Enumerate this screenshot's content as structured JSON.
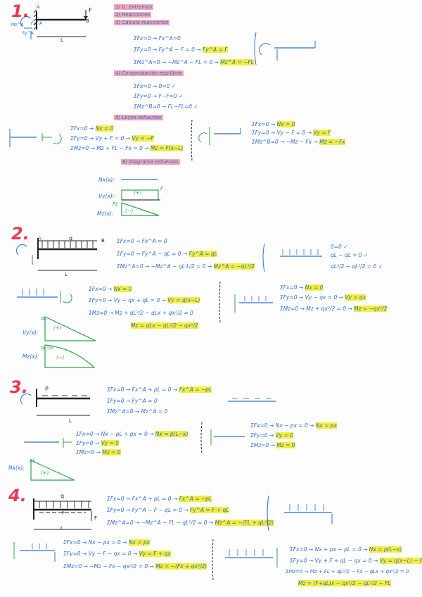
{
  "problems": [
    {
      "number": "1.",
      "label_A": "A",
      "label_B": "B",
      "force_label": "F",
      "length_label": "L",
      "reaction_labels": [
        "Mz^A",
        "Fx^A",
        "Fy^A"
      ]
    },
    {
      "number": "2.",
      "label_A": "A",
      "label_B": "B",
      "load_label": "q",
      "length_label": "L"
    },
    {
      "number": "3.",
      "label_P": "P",
      "length_label": "L"
    },
    {
      "number": "4.",
      "load_label": "q",
      "force_label": "F",
      "length_label": "L",
      "label_P": "P"
    }
  ],
  "p1": {
    "steps": [
      "1) U. extremos",
      "2) Reacciones",
      "3) Cálculo reacciones",
      "4) Comprobación equilibrio",
      "5) Leyes esfuerzos",
      "6) Diagrama esfuerzos"
    ],
    "eqs": [
      {
        "lhs": "ΣFx=0 → Fx^A=0",
        "res": ""
      },
      {
        "lhs": "ΣFy=0 → Fy^A − F = 0 →",
        "res": "Fy^A = F"
      },
      {
        "lhs": "ΣMz^A=0 → −Mz^A − FL = 0 →",
        "res": "Mz^A = −FL"
      }
    ],
    "check": [
      "ΣFx=0 → 0=0 ✓",
      "ΣFy=0 → F−F=0 ✓",
      "ΣMz^B=0 → FL−FL=0 ✓"
    ],
    "left_laws": [
      {
        "lhs": "ΣFx=0 → ",
        "res": "Nx = 0"
      },
      {
        "lhs": "ΣFy=0 → Vy + F = 0 →",
        "res": "Vy = −F"
      },
      {
        "lhs": "ΣMz=0 → Mz + FL − Fx = 0 →",
        "res": "Mz = F(x−L)"
      }
    ],
    "right_laws": [
      {
        "lhs": "ΣFx=0 → ",
        "res": "Nx = 0"
      },
      {
        "lhs": "ΣFy=0 → Vy − F = 0 →",
        "res": "Vy = F"
      },
      {
        "lhs": "ΣMz^B=0 → −Mz − Fx →",
        "res": "Mz = −Fx"
      }
    ],
    "diagram_labels": [
      "Nx(x):",
      "Vy(x):",
      "Mz(x):"
    ],
    "diagram_signs": [
      "(+)",
      "(−)"
    ],
    "diagram_values": [
      "F",
      "FL"
    ]
  },
  "p2": {
    "eqs": [
      {
        "lhs": "ΣFx=0 → Fx^A = 0",
        "res": ""
      },
      {
        "lhs": "ΣFy=0 → Fy^A − qL = 0 →",
        "res": "Fy^A = qL"
      },
      {
        "lhs": "ΣMz^A=0 → −Mz^A − qL·L/2 = 0 →",
        "res": "Mz^A = −qL²/2"
      }
    ],
    "check": [
      "0=0 ✓",
      "qL − qL = 0 ✓",
      "qL²/2 − qL²/2 = 0 ✓"
    ],
    "left_laws": [
      {
        "lhs": "ΣFx=0 → ",
        "res": "Nx = 0"
      },
      {
        "lhs": "ΣFy=0 → Vy − qx + qL = 0 →",
        "res": "Vy = q(x−L)"
      },
      {
        "lhs": "ΣMz=0 → Mz + qL²/2 − qLx + qx²/2 = 0",
        "res": ""
      }
    ],
    "mz_result": "Mz = qLx − qL²/2 − qx²/2",
    "right_laws": [
      {
        "lhs": "ΣFx=0 → ",
        "res": "Nx = 0"
      },
      {
        "lhs": "ΣFy=0 → Vy − qx = 0 →",
        "res": "Vy = qx"
      },
      {
        "lhs": "ΣMz=0 → Mz + qx²/2 = 0 →",
        "res": "Mz = −qx²/2"
      }
    ],
    "diagram_labels": [
      "Vy(x):",
      "Mz(x):"
    ],
    "diagram_signs": [
      "(+)",
      "(−)"
    ],
    "diagram_values": [
      "qL",
      "qL²/2"
    ]
  },
  "p3": {
    "eqs": [
      {
        "lhs": "ΣFx=0 → Fx^A + pL = 0 →",
        "res": "Fx^A = −pL"
      },
      {
        "lhs": "ΣFy=0 → Fy^A = 0",
        "res": ""
      },
      {
        "lhs": "ΣMz^A=0 → Mz^A = 0",
        "res": ""
      }
    ],
    "left_laws": [
      {
        "lhs": "ΣFx=0 → Nx − pL + px = 0 →",
        "res": "Nx = p(L−x)"
      },
      {
        "lhs": "ΣFy=0 → ",
        "res": "Vy = 0"
      },
      {
        "lhs": "ΣMz=0 → ",
        "res": "Mz = 0"
      }
    ],
    "right_laws": [
      {
        "lhs": "ΣFx=0 → Nx − px = 0 →",
        "res": "Nx = px"
      },
      {
        "lhs": "ΣFy=0 → ",
        "res": "Vy = 0"
      },
      {
        "lhs": "ΣMz=0 → ",
        "res": "Mz = 0"
      }
    ],
    "diagram_labels": [
      "Nx(x):"
    ],
    "diagram_signs": [
      "(+)"
    ],
    "diagram_values": [
      "pL"
    ]
  },
  "p4": {
    "eqs": [
      {
        "lhs": "ΣFx=0 → Fx^A + pL = 0 →",
        "res": "Fx^A = −pL"
      },
      {
        "lhs": "ΣFy=0 → Fy^A − F − qL = 0 →",
        "res": "Fy^A = F + qL"
      },
      {
        "lhs": "ΣMz^A=0 → −Mz^A − FL − qL²/2 = 0 →",
        "res": "Mz^A = −(FL + qL²/2)"
      }
    ],
    "left_laws": [
      {
        "lhs": "ΣFx=0 → Nx − px = 0 →",
        "res": "Nx = px"
      },
      {
        "lhs": "ΣFy=0 → Vy − F − qx = 0 →",
        "res": "Vy = F + qx"
      },
      {
        "lhs": "ΣMz=0 → −Mz − Fx − qx²/2 = 0 →",
        "res": "Mz = −(Fx + qx²/2)"
      }
    ],
    "right_laws": [
      {
        "lhs": "ΣFx=0 → Nx + px − pL = 0 →",
        "res": "Nx = p(L−x)"
      },
      {
        "lhs": "ΣFy=0 → Vy + F + qL − qx = 0 →",
        "res": "Vy = q(x−L) − F"
      },
      {
        "lhs": "ΣMz=0 → Mz + FL + qL²/2 − Fx − qLx + qx²/2 = 0",
        "res": ""
      }
    ],
    "mz_result": "Mz = (F+qL)x − qx²/2 − qL²/2 − FL"
  }
}
